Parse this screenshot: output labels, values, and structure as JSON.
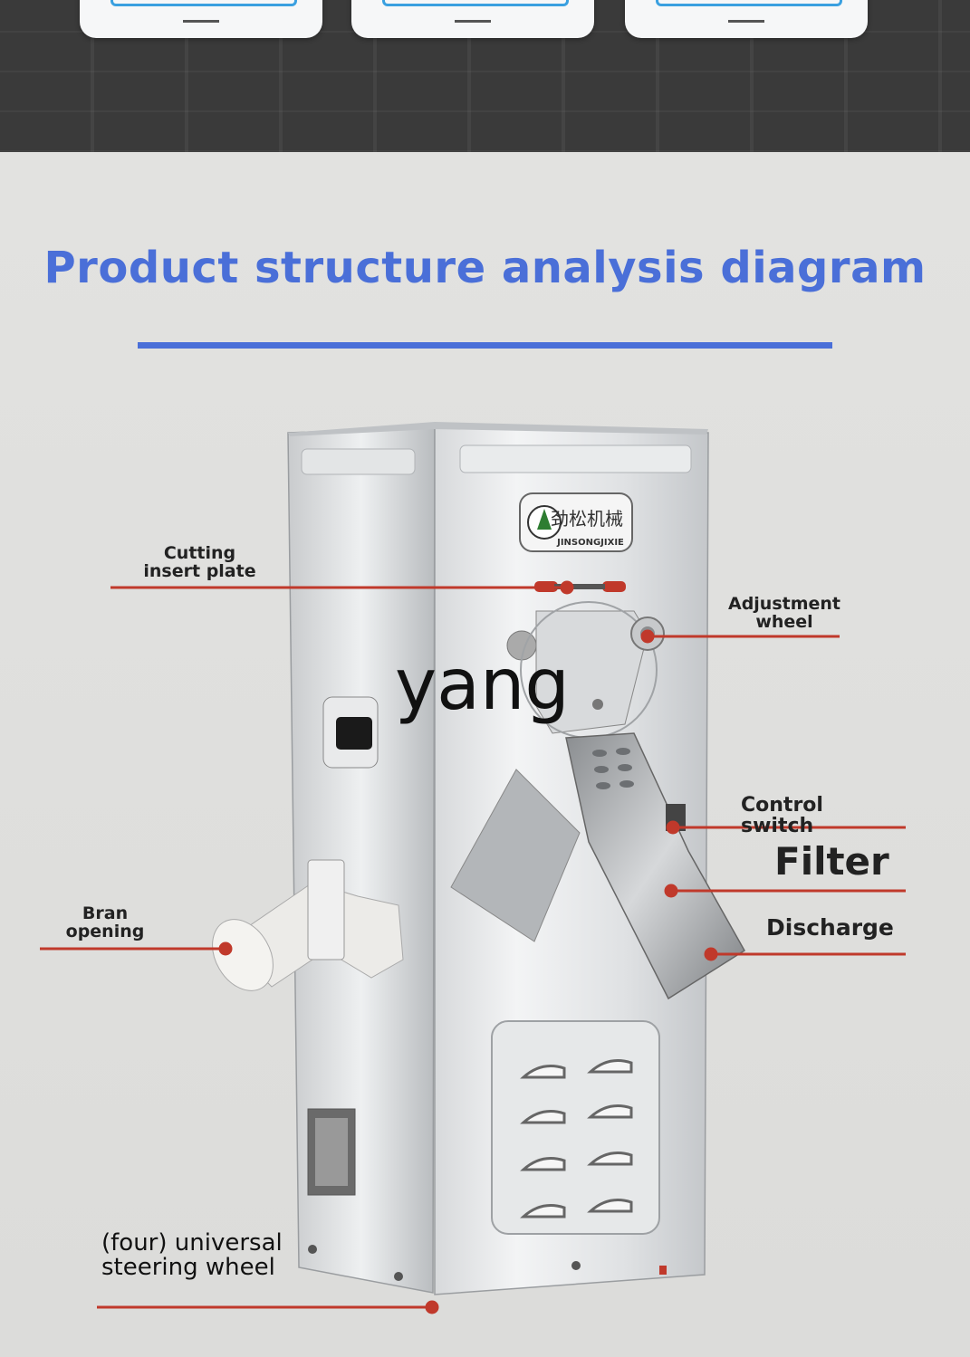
{
  "title": "Product structure analysis diagram",
  "watermark": "yang",
  "brand": {
    "chinese": "劲松机械",
    "latin": "JINSONGJIXIE"
  },
  "callouts": {
    "cutting_insert_plate": "Cutting insert plate",
    "adjustment_wheel": "Adjustment wheel",
    "control_switch": "Control switch",
    "filter": "Filter",
    "discharge": "Discharge",
    "bran_opening": "Bran opening",
    "universal_wheel": "(four) universal steering wheel"
  },
  "colors": {
    "accent": "#4a6fd8",
    "callout_line": "#c0392b",
    "label_text": "#222222"
  }
}
